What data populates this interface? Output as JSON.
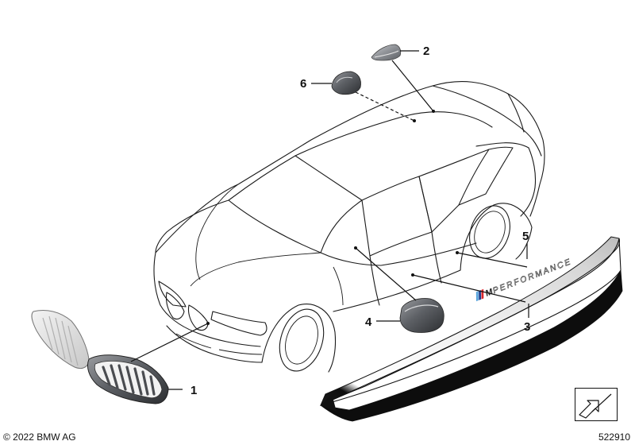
{
  "callouts": {
    "c1": "1",
    "c2": "2",
    "c3": "3",
    "c4": "4",
    "c5": "5",
    "c6": "6"
  },
  "decal": {
    "brand_mark": "M",
    "text": "PERFORMANCE"
  },
  "footer": {
    "copyright": "© 2022 BMW AG",
    "diagram_number": "522910"
  },
  "icons": {
    "nav_arrow": "navigation-arrow-icon"
  },
  "colors": {
    "line": "#1a1a1a",
    "m_blue_light": "#5aa5dd",
    "m_blue_dark": "#1f3f8f",
    "m_red": "#d9262b"
  }
}
